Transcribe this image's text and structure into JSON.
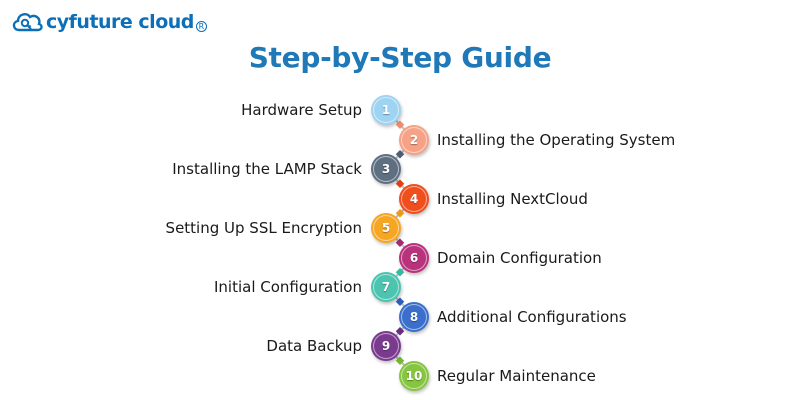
{
  "brand": {
    "name": "cyfuture cloud",
    "reg_mark": "R",
    "color": "#0d6fb8"
  },
  "title": "Step-by-Step Guide",
  "steps": [
    {
      "number": "1",
      "label": "Hardware Setup",
      "side": "left",
      "color": "#9fd3f2",
      "dot": "#7fc5ee"
    },
    {
      "number": "2",
      "label": "Installing the Operating System",
      "side": "right",
      "color": "#f5a286",
      "dot": "#f18d6c"
    },
    {
      "number": "3",
      "label": "Installing the LAMP Stack",
      "side": "left",
      "color": "#5f6f82",
      "dot": "#4f5e70"
    },
    {
      "number": "4",
      "label": "Installing NextCloud",
      "side": "right",
      "color": "#f04e1d",
      "dot": "#e53f10"
    },
    {
      "number": "5",
      "label": "Setting Up SSL Encryption",
      "side": "left",
      "color": "#f5a623",
      "dot": "#f09a10"
    },
    {
      "number": "6",
      "label": "Domain Configuration",
      "side": "right",
      "color": "#b8337c",
      "dot": "#a9286f"
    },
    {
      "number": "7",
      "label": "Initial Configuration",
      "side": "left",
      "color": "#4cc4b0",
      "dot": "#36b9a3"
    },
    {
      "number": "8",
      "label": "Additional Configurations",
      "side": "right",
      "color": "#3b6fcb",
      "dot": "#2b5fc0"
    },
    {
      "number": "9",
      "label": "Data Backup",
      "side": "left",
      "color": "#7a3b8f",
      "dot": "#6a2d80"
    },
    {
      "number": "10",
      "label": "Regular Maintenance",
      "side": "right",
      "color": "#86c540",
      "dot": "#76b82e"
    }
  ]
}
